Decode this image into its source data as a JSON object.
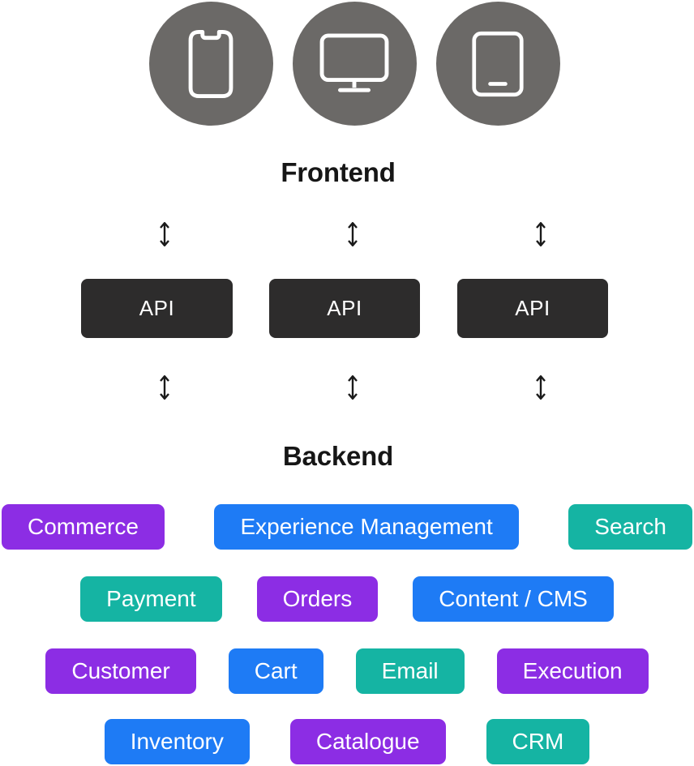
{
  "palette": {
    "purple": "#8C2DE4",
    "blue": "#1E7BF5",
    "teal": "#15B4A3",
    "api_bg": "#2D2C2C",
    "circle_bg": "#6B6967",
    "text_dark": "#161616",
    "icon_stroke": "#FFFFFF",
    "arrow_color": "#1A1A1A"
  },
  "frontend": {
    "label": "Frontend",
    "devices": [
      {
        "icon": "smartphone-icon"
      },
      {
        "icon": "monitor-icon"
      },
      {
        "icon": "tablet-icon"
      }
    ]
  },
  "connectors": {
    "icon": "vertical-double-arrow-icon",
    "count_per_row": 3,
    "rows": 2
  },
  "api": {
    "nodes": [
      "API",
      "API",
      "API"
    ]
  },
  "backend": {
    "label": "Backend"
  },
  "services": {
    "rows": [
      [
        {
          "label": "Commerce",
          "color": "purple"
        },
        {
          "label": "Experience Management",
          "color": "blue"
        },
        {
          "label": "Search",
          "color": "teal"
        }
      ],
      [
        {
          "label": "Payment",
          "color": "teal"
        },
        {
          "label": "Orders",
          "color": "purple"
        },
        {
          "label": "Content / CMS",
          "color": "blue"
        }
      ],
      [
        {
          "label": "Customer",
          "color": "purple"
        },
        {
          "label": "Cart",
          "color": "blue"
        },
        {
          "label": "Email",
          "color": "teal"
        },
        {
          "label": "Execution",
          "color": "purple"
        }
      ],
      [
        {
          "label": "Inventory",
          "color": "blue"
        },
        {
          "label": "Catalogue",
          "color": "purple"
        },
        {
          "label": "CRM",
          "color": "teal"
        }
      ]
    ]
  }
}
